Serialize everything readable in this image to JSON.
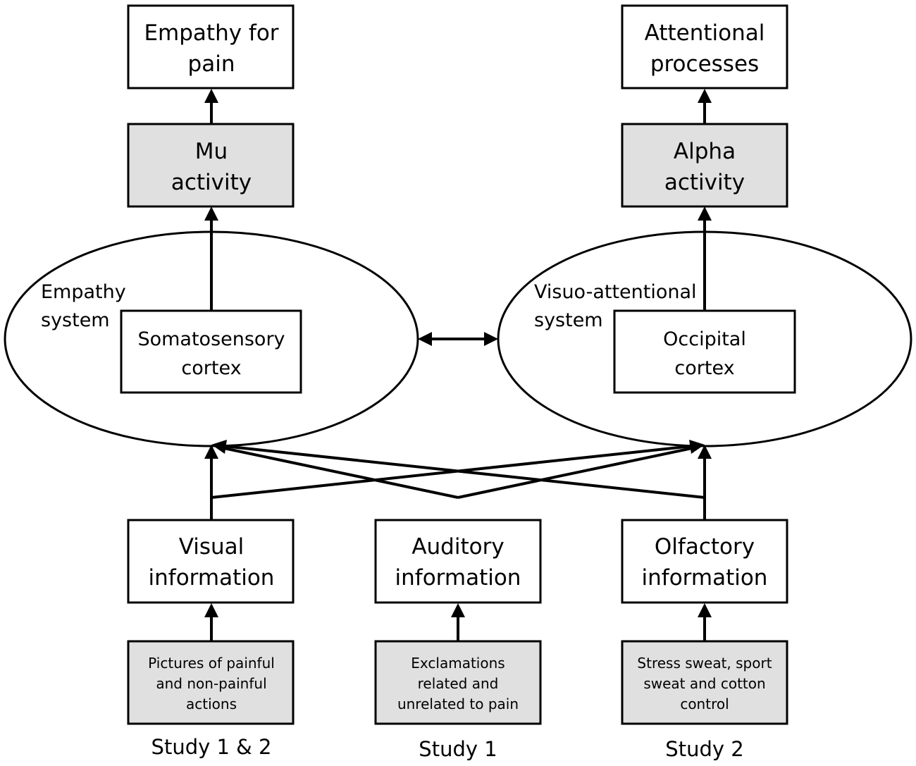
{
  "outcomes": {
    "empathy_for_pain": [
      "Empathy for",
      "pain"
    ],
    "attentional_processes": [
      "Attentional",
      "processes"
    ]
  },
  "activities": {
    "mu": [
      "Mu",
      "activity"
    ],
    "alpha": [
      "Alpha",
      "activity"
    ]
  },
  "systems": {
    "empathy": {
      "label": [
        "Empathy",
        "system"
      ],
      "region": [
        "Somatosensory",
        "cortex"
      ]
    },
    "visuo": {
      "label": [
        "Visuo-attentional",
        "system"
      ],
      "region": [
        "Occipital",
        "cortex"
      ]
    }
  },
  "inputs": {
    "visual": [
      "Visual",
      "information"
    ],
    "auditory": [
      "Auditory",
      "information"
    ],
    "olfactory": [
      "Olfactory",
      "information"
    ]
  },
  "stimuli": {
    "visual": [
      "Pictures of painful",
      "and non-painful",
      "actions"
    ],
    "auditory": [
      "Exclamations",
      "related and",
      "unrelated to pain"
    ],
    "olfactory": [
      "Stress sweat, sport",
      "sweat and cotton",
      "control"
    ]
  },
  "studies": {
    "visual": "Study 1 & 2",
    "auditory": "Study 1",
    "olfactory": "Study 2"
  },
  "colors": {
    "stroke": "#000000",
    "shaded_box": "#e0e0e0",
    "background": "#ffffff"
  }
}
